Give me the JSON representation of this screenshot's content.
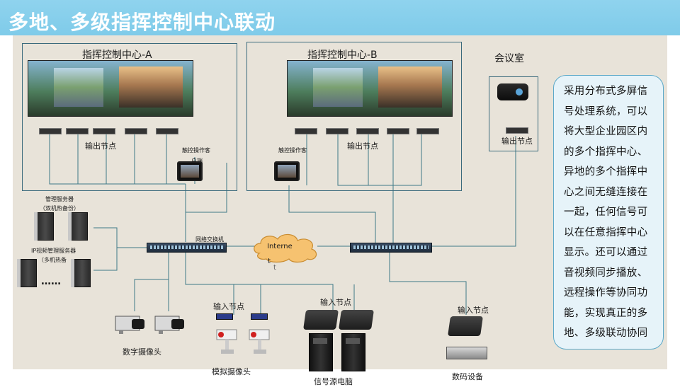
{
  "header": {
    "title": "多地、多级指挥控制中心联动"
  },
  "center_a": {
    "title": "指挥控制中心-A",
    "output_nodes_label": "输出节点",
    "console_label_1": "触控操作客",
    "console_label_2": "户端"
  },
  "center_b": {
    "title": "指挥控制中心-B",
    "output_nodes_label": "输出节点",
    "console_label": "触控操作客"
  },
  "meeting_room": {
    "title": "会议室",
    "output_node_label": "输出节点"
  },
  "servers": {
    "mgmt_label": "管理服务器",
    "mgmt_sub": "（双机热备份）",
    "ip_label": "IP视频管理服务器",
    "ip_sub": "（多机热备",
    "ellipsis": "……"
  },
  "network": {
    "switch_label": "网络交换机",
    "cloud_line1": "Interne",
    "cloud_line2": "t",
    "cloud_line3": "t"
  },
  "inputs": {
    "digital_cam_label": "数字摄像头",
    "analog_input_label": "输入节点",
    "analog_cam_label": "模拟摄像头",
    "source_input_label": "输入节点",
    "source_pc_label": "信号源电脑",
    "digital_input_label": "输入节点",
    "digital_device_label": "数码设备"
  },
  "callout": {
    "lines": [
      "采用分布式多屏信",
      "号处理系统，可以",
      "将大型企业园区内",
      "的多个指挥中心、",
      "异地的多个指挥中",
      "心之间无缝连接在",
      "一起，任何信号可",
      "以在任意指挥中心",
      "显示。还可以通过",
      "音视频同步播放、",
      "远程操作等协同功",
      "能，实现真正的多",
      "地、多级联动协同"
    ]
  }
}
